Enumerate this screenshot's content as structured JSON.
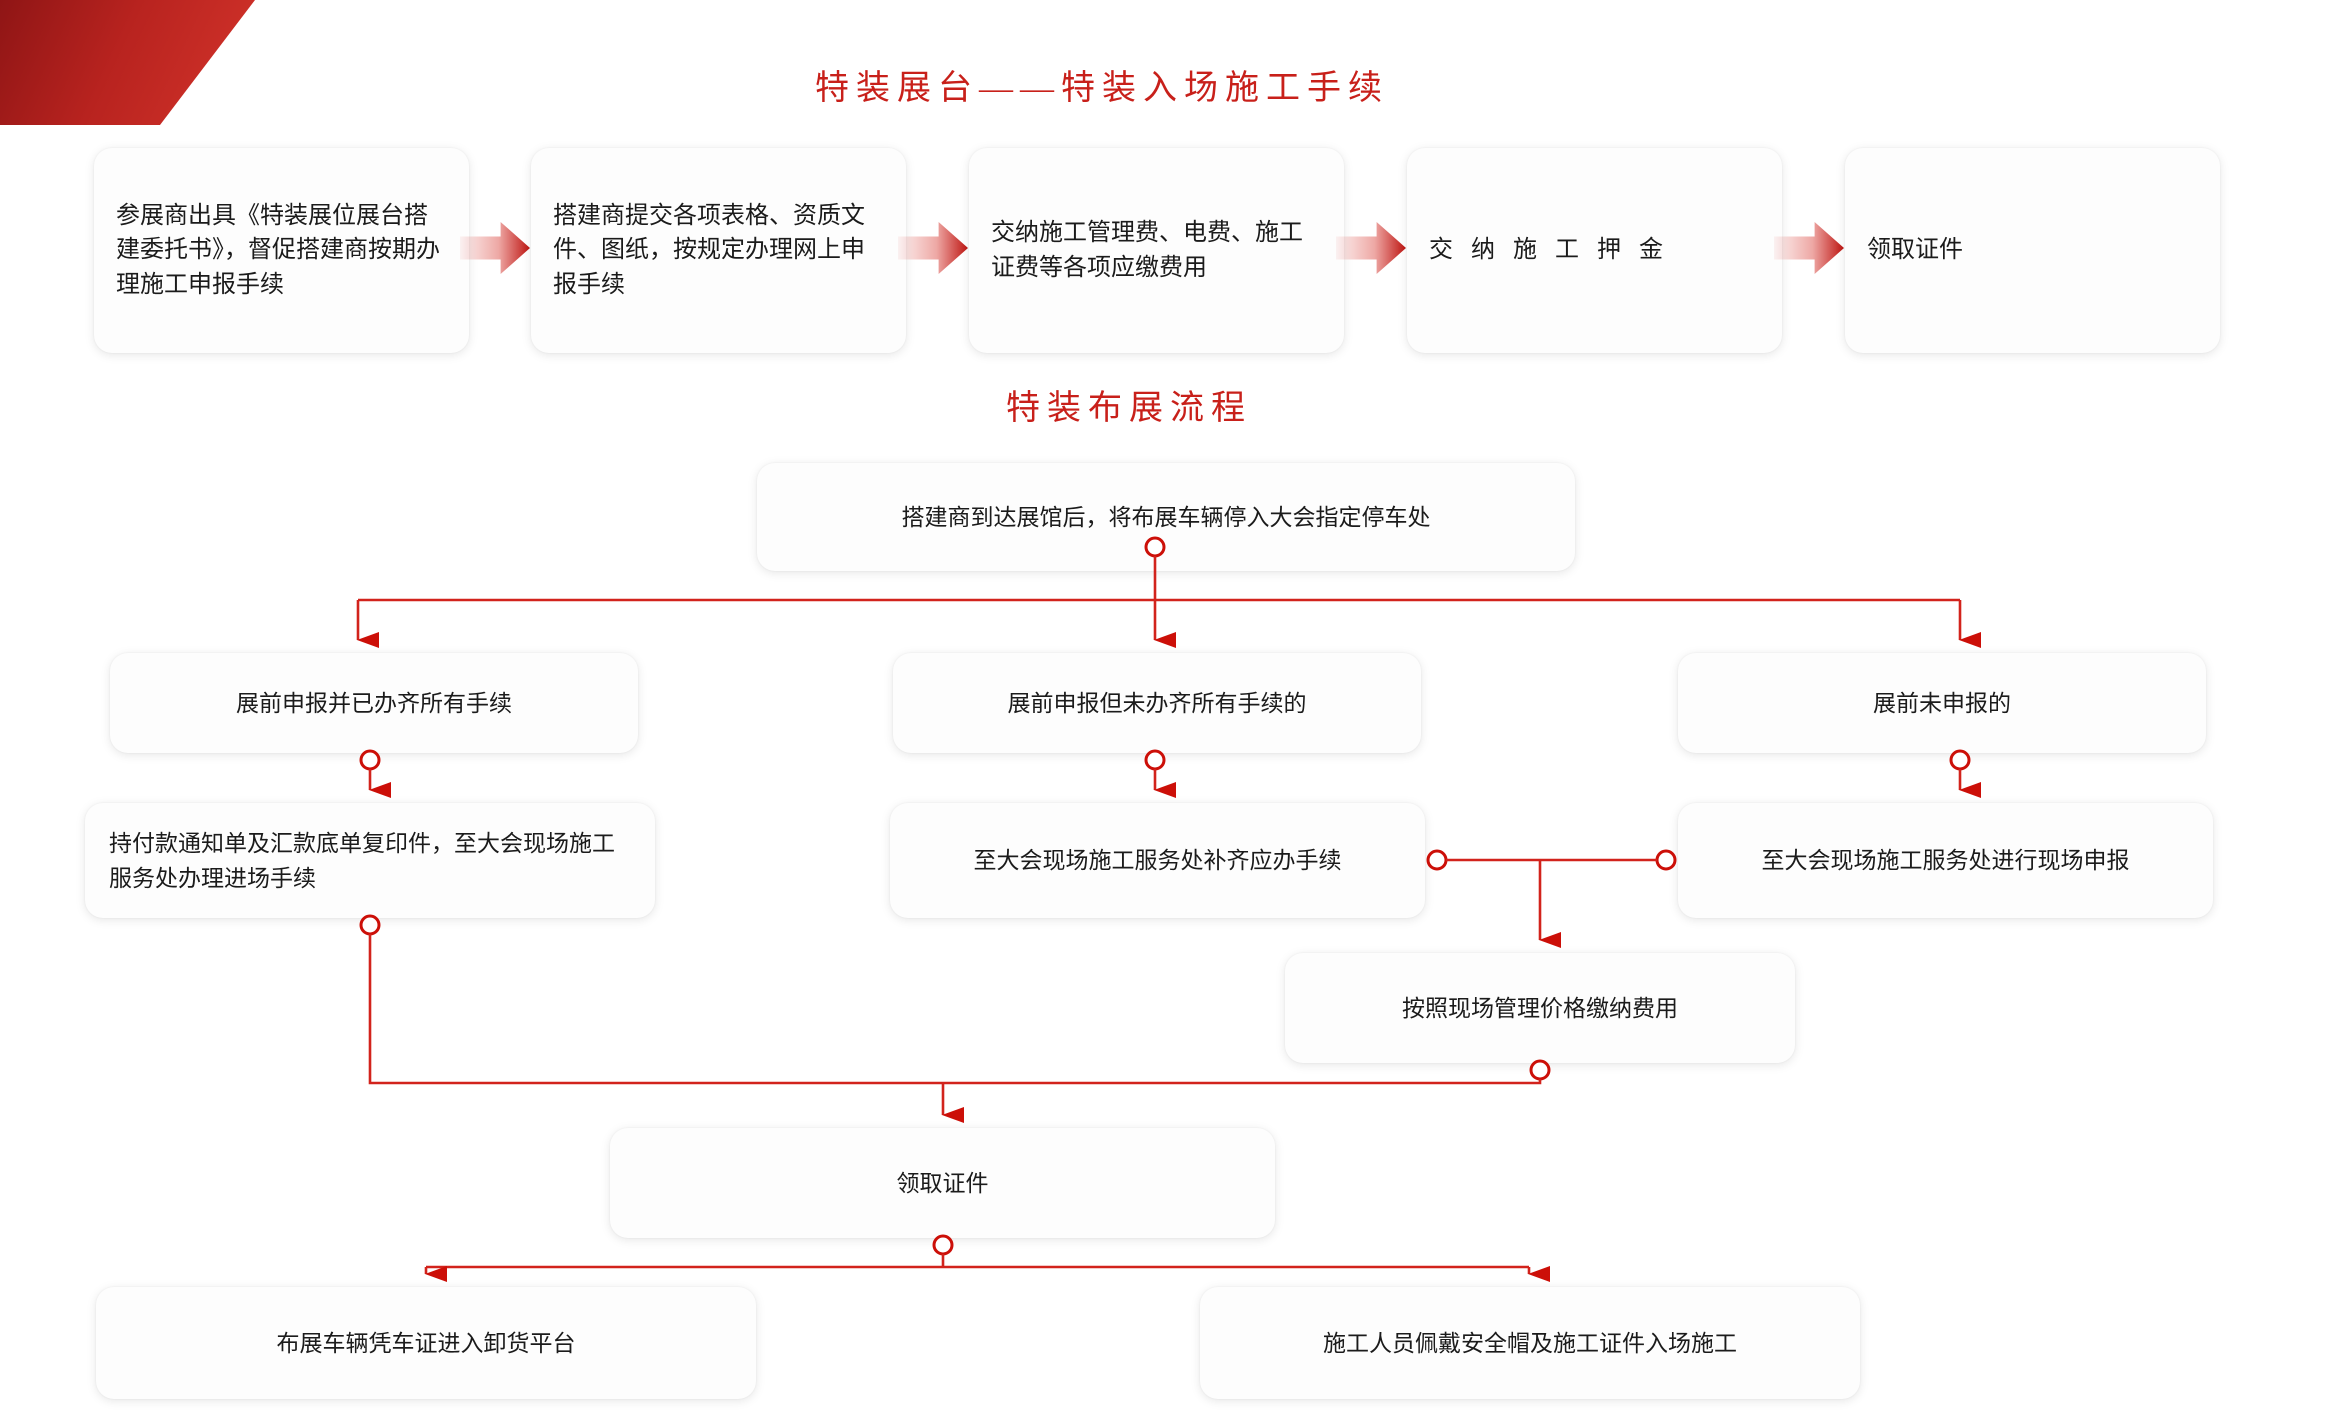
{
  "page": {
    "background": "#ffffff",
    "accent_red": "#c8201a",
    "line_red": "#d2231c"
  },
  "sections": [
    {
      "id": "section-1",
      "title": "特装展台——特装入场施工手续"
    },
    {
      "id": "section-2",
      "title": "特装布展流程"
    }
  ],
  "flow1": {
    "steps": [
      {
        "id": "f1-s1",
        "label": "参展商出具《特装展位展台搭建委托书》，督促搭建商按期办理施工申报手续"
      },
      {
        "id": "f1-s2",
        "label": "搭建商提交各项表格、资质文件、图纸，按规定办理网上申报手续"
      },
      {
        "id": "f1-s3",
        "label": "交纳施工管理费、电费、施工证费等各项应缴费用"
      },
      {
        "id": "f1-s4",
        "label": "交 纳 施 工 押 金"
      },
      {
        "id": "f1-s5",
        "label": "领取证件"
      }
    ],
    "connector_icon": "right-arrow-chevron"
  },
  "flow2": {
    "start": {
      "id": "f2-start",
      "label": "搭建商到达展馆后，将布展车辆停入大会指定停车处"
    },
    "branches": [
      {
        "id": "f2-b1",
        "label": "展前申报并已办齐所有手续"
      },
      {
        "id": "f2-b2",
        "label": "展前申报但未办齐所有手续的"
      },
      {
        "id": "f2-b3",
        "label": "展前未申报的"
      }
    ],
    "actions": [
      {
        "id": "f2-a1",
        "label": "持付款通知单及汇款底单复印件，至大会现场施工服务处办理进场手续"
      },
      {
        "id": "f2-a2",
        "label": "至大会现场施工服务处补齐应办手续"
      },
      {
        "id": "f2-a3",
        "label": "至大会现场施工服务处进行现场申报"
      }
    ],
    "fee": {
      "id": "f2-fee",
      "label": "按照现场管理价格缴纳费用"
    },
    "badge": {
      "id": "f2-badge",
      "label": "领取证件"
    },
    "outcomes": [
      {
        "id": "f2-o1",
        "label": "布展车辆凭车证进入卸货平台"
      },
      {
        "id": "f2-o2",
        "label": "施工人员佩戴安全帽及施工证件入场施工"
      }
    ],
    "connector_icons": {
      "arrow": "down-arrow-icon",
      "port": "circle-port-icon"
    }
  }
}
